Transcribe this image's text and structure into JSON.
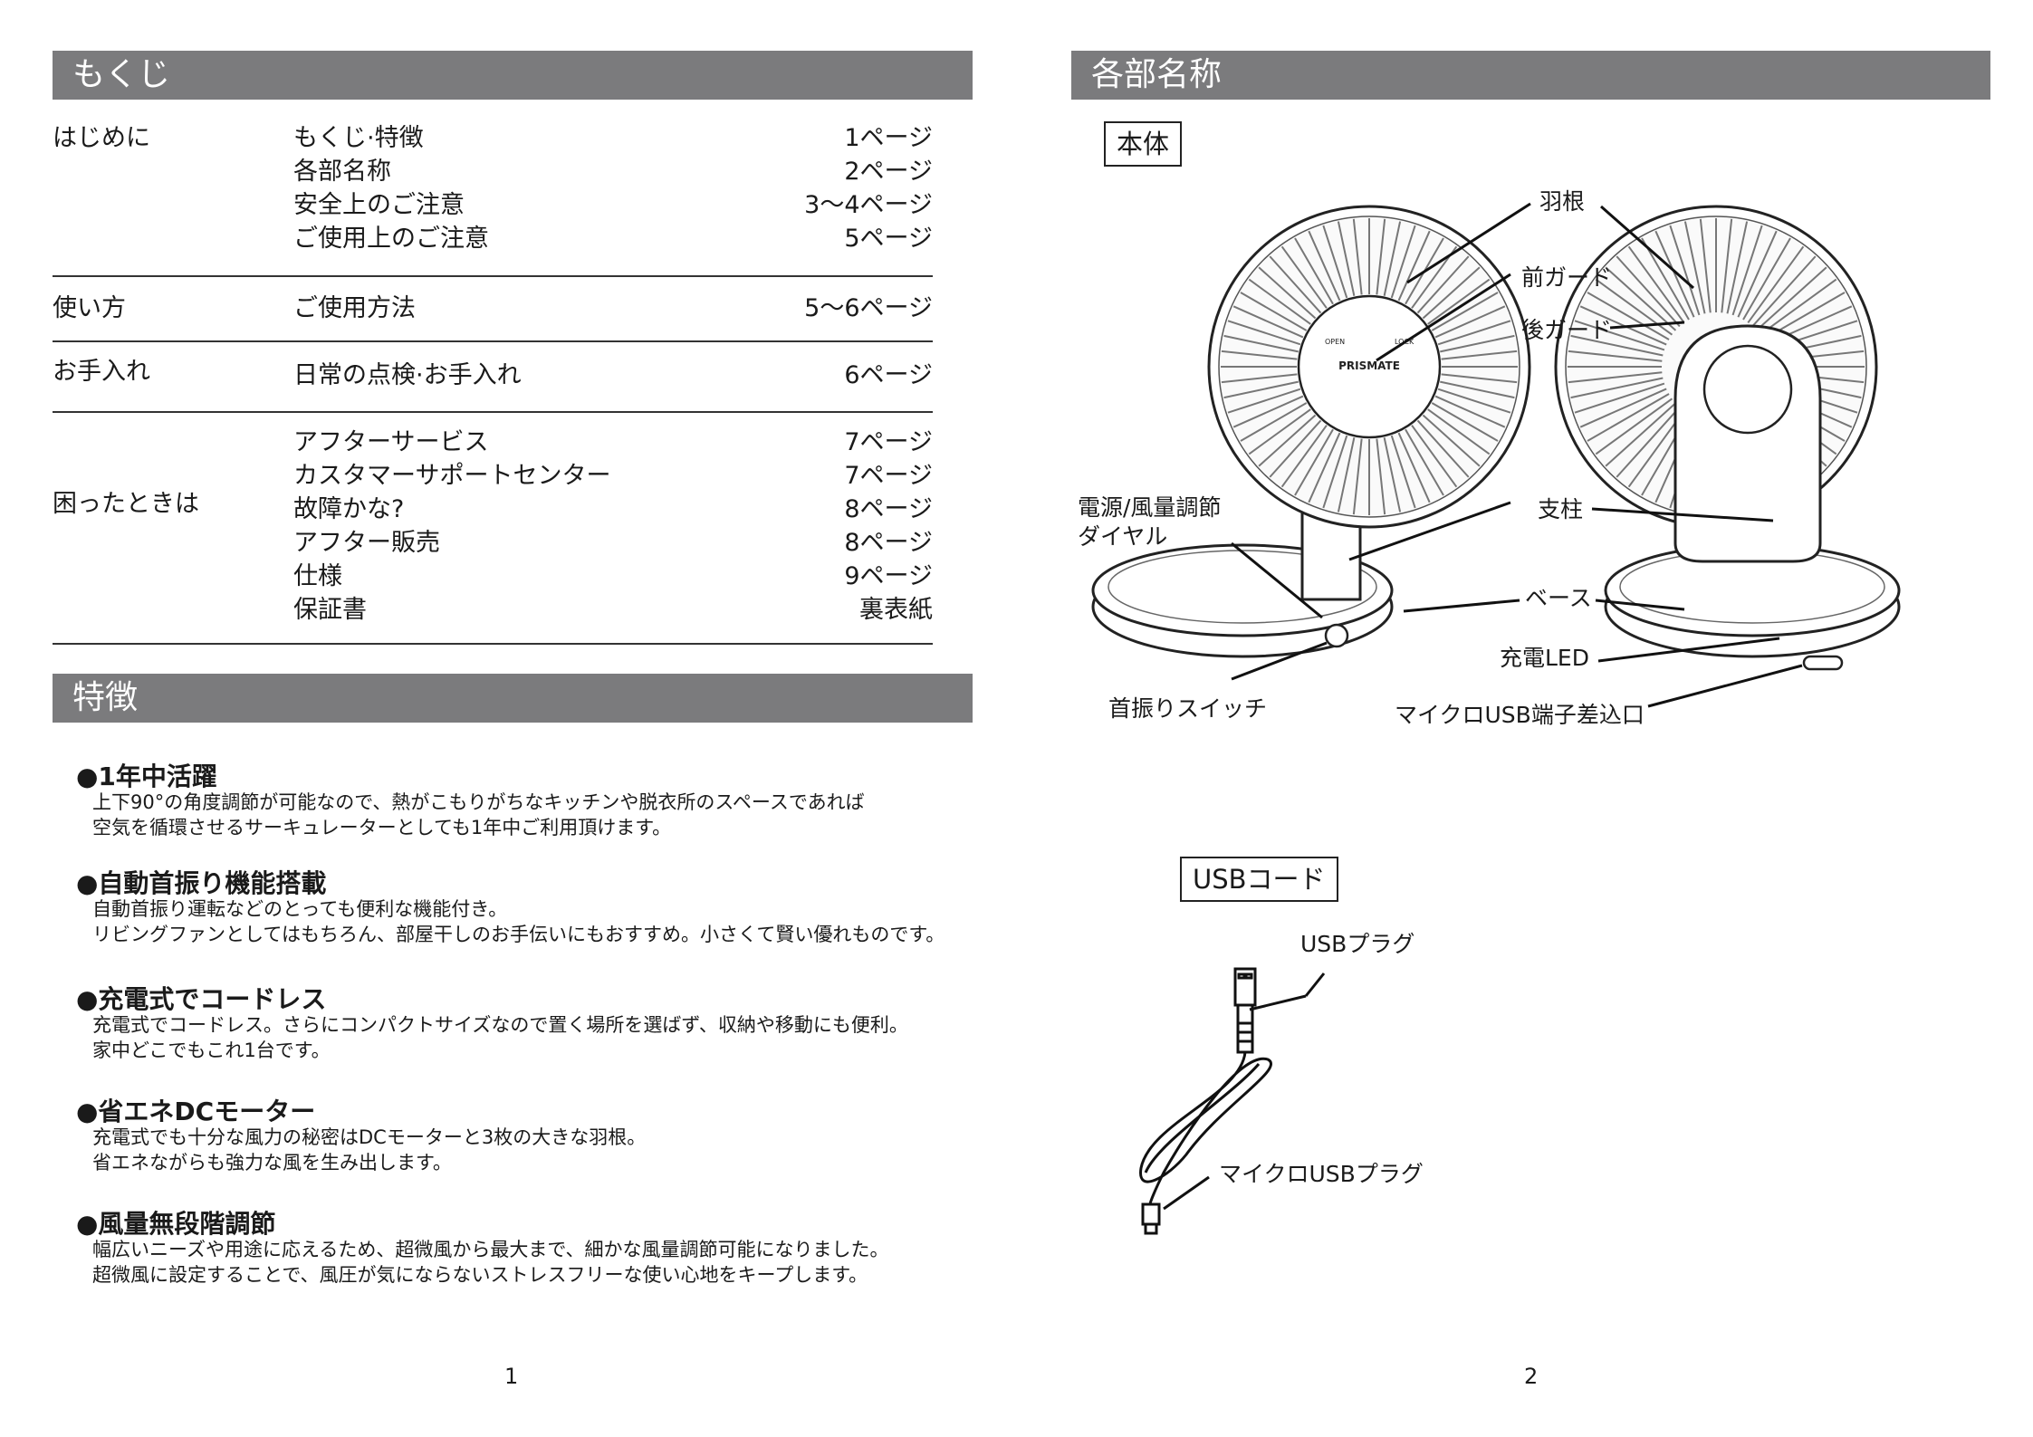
{
  "left_page": {
    "toc": {
      "title": "もくじ",
      "sections": [
        {
          "name": "はじめに",
          "items": [
            {
              "label": "もくじ·特徴",
              "page": "1ページ"
            },
            {
              "label": "各部名称",
              "page": "2ページ"
            },
            {
              "label": "安全上のご注意",
              "page": "3〜4ページ"
            },
            {
              "label": "ご使用上のご注意",
              "page": "5ページ"
            }
          ]
        },
        {
          "name": "使い方",
          "items": [
            {
              "label": "ご使用方法",
              "page": "5〜6ページ"
            }
          ]
        },
        {
          "name": "お手入れ",
          "items": [
            {
              "label": "日常の点検·お手入れ",
              "page": "6ページ"
            }
          ]
        },
        {
          "name": "困ったときは",
          "items": [
            {
              "label": "アフターサービス",
              "page": "7ページ"
            },
            {
              "label": "カスタマーサポートセンター",
              "page": "7ページ"
            },
            {
              "label": "故障かな?",
              "page": "8ページ"
            },
            {
              "label": "アフター販売",
              "page": "8ページ"
            },
            {
              "label": "仕様",
              "page": "9ページ"
            },
            {
              "label": "保証書",
              "page": "裏表紙"
            }
          ]
        }
      ]
    },
    "features": {
      "title": "特徴",
      "items": [
        {
          "heading": "●1年中活躍",
          "lines": [
            "上下90°の角度調節が可能なので、熱がこもりがちなキッチンや脱衣所のスペースであれば",
            "空気を循環させるサーキュレーターとしても1年中ご利用頂けます。"
          ]
        },
        {
          "heading": "●自動首振り機能搭載",
          "lines": [
            "自動首振り運転などのとっても便利な機能付き。",
            "リビングファンとしてはもちろん、部屋干しのお手伝いにもおすすめ。小さくて賢い優れものです。"
          ]
        },
        {
          "heading": "●充電式でコードレス",
          "lines": [
            "充電式でコードレス。さらにコンパクトサイズなので置く場所を選ばず、収納や移動にも便利。",
            "家中どこでもこれ1台です。"
          ]
        },
        {
          "heading": "●省エネDCモーター",
          "lines": [
            "充電式でも十分な風力の秘密はDCモーターと3枚の大きな羽根。",
            "省エネながらも強力な風を生み出します。"
          ]
        },
        {
          "heading": "●風量無段階調節",
          "lines": [
            "幅広いニーズや用途に応えるため、超微風から最大まで、細かな風量調節可能になりました。",
            "超微風に設定することで、風圧が気にならないストレスフリーな使い心地をキープします。"
          ]
        }
      ]
    },
    "page_number": "1"
  },
  "right_page": {
    "title": "各部名称",
    "body_label": "本体",
    "part_labels": {
      "blade": "羽根",
      "front_guard": "前ガード",
      "rear_guard": "後ガード",
      "dial_line1": "電源/風量調節",
      "dial_line2": "ダイヤル",
      "pillar": "支柱",
      "base": "ベース",
      "charge_led": "充電LED",
      "swing_switch": "首振りスイッチ",
      "micro_usb_port": "マイクロUSB端子差込口"
    },
    "fan_markings": {
      "brand": "PRISMATE",
      "open": "OPEN",
      "lock": "LOCK"
    },
    "usb_label": "USBコード",
    "usb_plug": "USBプラグ",
    "micro_usb_plug": "マイクロUSBプラグ",
    "page_number": "2"
  }
}
